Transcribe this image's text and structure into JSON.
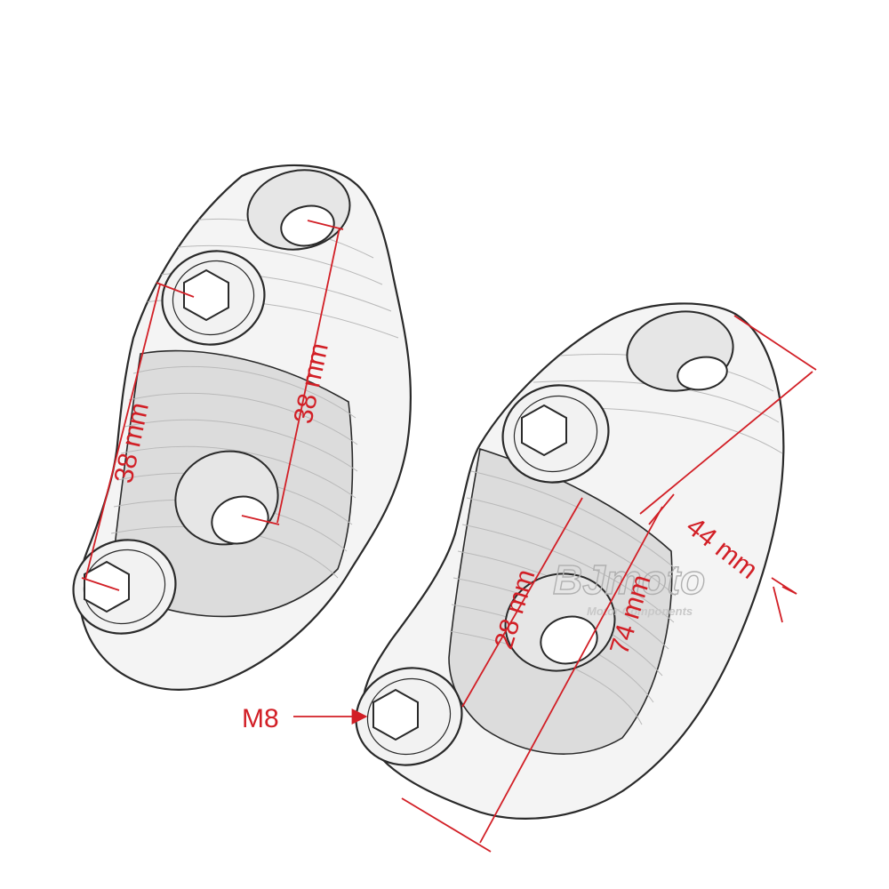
{
  "dimensions": {
    "left_part_right": "38 mm",
    "left_part_left": "38 mm",
    "right_part_inner": "28 mm",
    "right_part_length": "74 mm",
    "right_part_width": "44 mm"
  },
  "labels": {
    "bolt_size": "M8"
  },
  "watermark": {
    "brand": "BJmoto",
    "tagline": "Motor Components"
  },
  "colors": {
    "dimension": "#d21f26",
    "outline": "#2a2a2a"
  }
}
